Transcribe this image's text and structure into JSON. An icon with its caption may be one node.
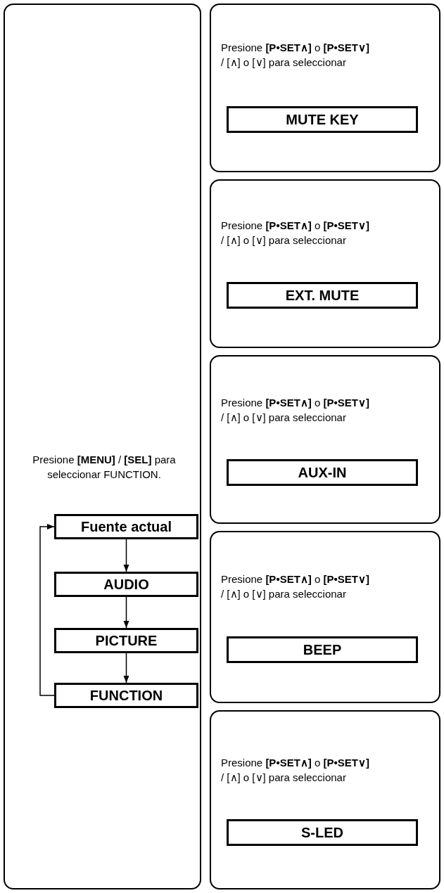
{
  "diagram": {
    "nodes": [
      {
        "text": [
          "Presione **[MENU]** / **[SEL]** para seleccionar FUNCTION."
        ]
      },
      {
        "text": [
          "Fuente actual"
        ],
        "in": 0
      },
      {
        "text": [
          "AUDIO"
        ],
        "in": 0
      },
      {
        "text": [
          "PICTURE"
        ],
        "in": 0
      },
      {
        "text": [
          "FUNCTION"
        ],
        "in": 0
      },
      {
        "text": [
          "Presione **[P•SET∧]** o **[P•SET∨]** / [∧] o [∨] para seleccionar"
        ]
      },
      {
        "text": [
          "MUTE KEY"
        ],
        "in": 5
      },
      {
        "text": [
          "Presione **[P•SET∧]** o **[P•SET∨]** / [∧] o [∨] para seleccionar"
        ]
      },
      {
        "text": [
          "EXT. MUTE"
        ],
        "in": 7
      },
      {
        "text": [
          "Presione **[P•SET∧]** o **[P•SET∨]** / [∧] o [∨] para seleccionar"
        ]
      },
      {
        "text": [
          "AUX-IN"
        ],
        "in": 9
      },
      {
        "text": [
          "Presione **[P•SET∧]** o **[P•SET∨]** / [∧] o [∨] para seleccionar"
        ]
      },
      {
        "text": [
          "BEEP"
        ],
        "in": 11
      },
      {
        "text": [
          "Presione **[P•SET∧]** o **[P•SET∨]** / [∧] o [∨] para seleccionar"
        ]
      },
      {
        "text": [
          "S-LED"
        ],
        "in": 13
      }
    ],
    "edges": [
      {
        "from": 1,
        "to": 2,
        "arrow": "to"
      },
      {
        "from": 2,
        "to": 3,
        "arrow": "to"
      },
      {
        "from": 3,
        "to": 4,
        "arrow": "to"
      },
      {
        "from": 4,
        "to": 1,
        "arrow": "to"
      }
    ]
  }
}
